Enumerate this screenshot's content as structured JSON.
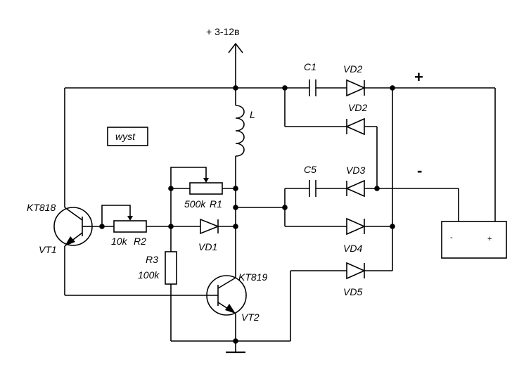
{
  "supply": {
    "label": "+ 3-12в"
  },
  "inductor": {
    "label": "L"
  },
  "box_label": "wyst",
  "vt1": {
    "type": "KT818",
    "ref": "VT1"
  },
  "vt2": {
    "type": "KT819",
    "ref": "VT2"
  },
  "r1": {
    "value": "500k",
    "ref": "R1"
  },
  "r2": {
    "value": "10k",
    "ref": "R2"
  },
  "r3": {
    "ref": "R3",
    "value": "100k"
  },
  "c1": {
    "ref": "C1"
  },
  "c5": {
    "ref": "C5"
  },
  "vd1": {
    "ref": "VD1"
  },
  "vd2_top": {
    "ref": "VD2"
  },
  "vd2_bottom": {
    "ref": "VD2"
  },
  "vd3": {
    "ref": "VD3"
  },
  "vd4": {
    "ref": "VD4"
  },
  "vd5": {
    "ref": "VD5"
  },
  "output": {
    "plus": "+",
    "minus": "-"
  },
  "battery": {
    "minus": "-",
    "plus": "+"
  }
}
